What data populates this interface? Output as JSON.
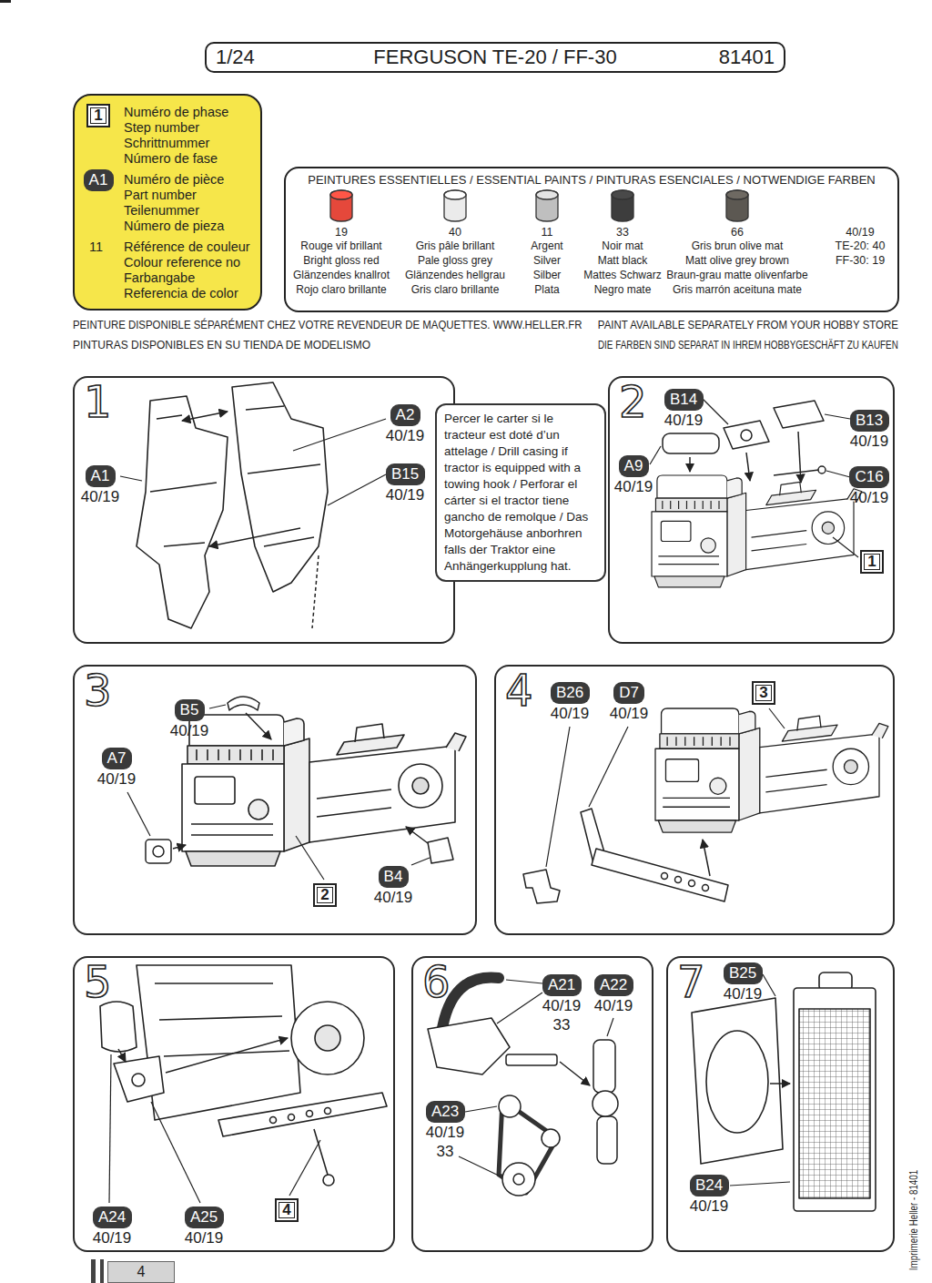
{
  "diagram": {
    "nodes": [
      {
        "text": [
          "1/24",
          "FERGUSON TE-20 / FF-30",
          "81401"
        ]
      },
      {
        "text": [
          "Numéro de phase",
          "Step number",
          "Schrittnummer",
          "Número de fase",
          "Numéro de pièce",
          "Part number",
          "Teilenummer",
          "Número de pieza",
          "11",
          "Référence de couleur",
          "Colour reference no",
          "Farbangabe",
          "Referencia de color"
        ]
      },
      {
        "text": [
          "1"
        ],
        "in": 1
      },
      {
        "text": [
          "A1"
        ],
        "in": 1
      },
      {
        "text": [
          "PEINTURES ESSENTIELLES / ESSENTIAL PAINTS / PINTURAS ESENCIALES / NOTWENDIGE FARBEN"
        ]
      },
      {
        "text": [
          "1"
        ]
      },
      {
        "text": [
          "A1",
          "40/19"
        ],
        "in": 5
      },
      {
        "text": [
          "A2",
          "40/19"
        ],
        "in": 5
      },
      {
        "text": [
          "B15",
          "40/19"
        ],
        "in": 5
      },
      {
        "text": [
          "Percer le carter si le tracteur est doté d’un attelage / Drill casing if tractor is equipped with a towing hook / Perforar el cárter si el tractor tiene gancho de remolque / Das Motorgehäuse anborhren falls der Traktor eine Anhängerkupplung hat."
        ],
        "in": 5
      },
      {
        "text": [
          "2"
        ]
      },
      {
        "text": [
          "B14",
          "40/19"
        ],
        "in": 10
      },
      {
        "text": [
          "B13",
          "40/19"
        ],
        "in": 10
      },
      {
        "text": [
          "A9",
          "40/19"
        ],
        "in": 10
      },
      {
        "text": [
          "C16",
          "40/19"
        ],
        "in": 10
      },
      {
        "text": [
          "1"
        ],
        "in": 10
      },
      {
        "text": [
          "3"
        ]
      },
      {
        "text": [
          "B5",
          "40/19"
        ],
        "in": 16
      },
      {
        "text": [
          "A7",
          "40/19"
        ],
        "in": 16
      },
      {
        "text": [
          "B4",
          "40/19"
        ],
        "in": 16
      },
      {
        "text": [
          "2"
        ],
        "in": 16
      },
      {
        "text": [
          "4"
        ]
      },
      {
        "text": [
          "B26",
          "40/19"
        ],
        "in": 21
      },
      {
        "text": [
          "D7",
          "40/19"
        ],
        "in": 21
      },
      {
        "text": [
          "3"
        ],
        "in": 21
      },
      {
        "text": [
          "5"
        ]
      },
      {
        "text": [
          "A24",
          "40/19"
        ],
        "in": 25
      },
      {
        "text": [
          "A25",
          "40/19"
        ],
        "in": 25
      },
      {
        "text": [
          "4"
        ],
        "in": 25
      },
      {
        "text": [
          "6"
        ]
      },
      {
        "text": [
          "A21",
          "40/19",
          "33"
        ],
        "in": 29
      },
      {
        "text": [
          "A22",
          "40/19"
        ],
        "in": 29
      },
      {
        "text": [
          "A23",
          "40/19",
          "33"
        ],
        "in": 29
      },
      {
        "text": [
          "7"
        ]
      },
      {
        "text": [
          "B25",
          "40/19"
        ],
        "in": 33
      },
      {
        "text": [
          "B24",
          "40/19"
        ],
        "in": 33
      },
      {
        "text": [
          "4"
        ]
      }
    ],
    "labels": [
      "Rouge vif brillant",
      "Bright gloss red",
      "Glänzendes knallrot",
      "Rojo claro brillante",
      "Gris pâle brillant",
      "Pale gloss grey",
      "Glänzendes hellgrau",
      "Gris claro brillante",
      "Argent",
      "Silver",
      "Silber",
      "Plata",
      "Noir mat",
      "Matt black",
      "Mattes Schwarz",
      "Negro mate",
      "Gris brun olive mat",
      "Matt olive grey brown",
      "Braun-grau matte olivenfarbe",
      "Gris marrón aceituna mate",
      "40/19",
      "TE-20: 40",
      "FF-30: 19",
      "PEINTURE DISPONIBLE SÉPARÉMENT CHEZ VOTRE REVENDEUR DE MAQUETTES. WWW.HELLER.FR",
      "PAINT AVAILABLE SEPARATELY FROM YOUR HOBBY STORE",
      "PINTURAS DISPONIBLES EN SU TIENDA DE MODELISMO",
      "DIE FARBEN SIND SEPARAT IN IHREM HOBBYGESCHÄFT ZU KAUFEN",
      "Imprimerie Heller - 81401"
    ],
    "legend": [
      {
        "text": "19",
        "color": "#e5483b"
      },
      {
        "text": "40",
        "color": "#ebebeb"
      },
      {
        "text": "11",
        "color": "#bfbfbf"
      },
      {
        "text": "33",
        "color": "#3d3d3d"
      },
      {
        "text": "66",
        "color": "#5c5852"
      }
    ]
  }
}
